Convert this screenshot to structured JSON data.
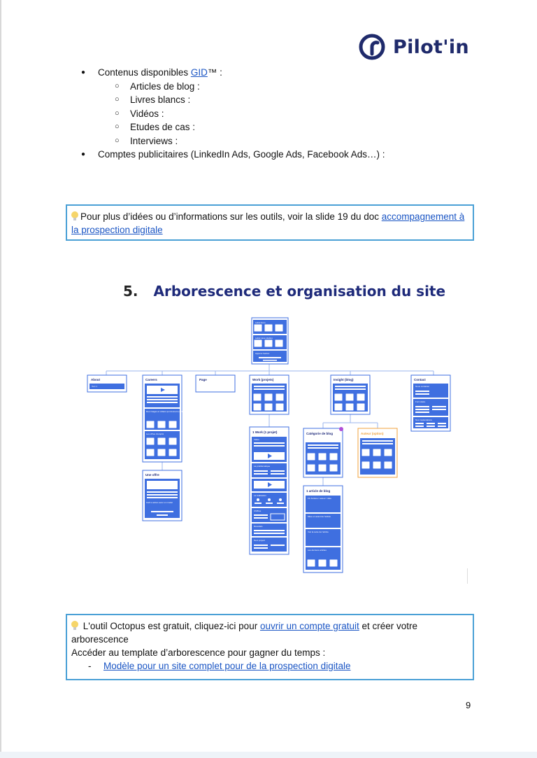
{
  "brand": {
    "name": "Pilot'in"
  },
  "content_list": {
    "item1": {
      "prefix": "Contenus disponibles ",
      "link": "GID",
      "suffix": "™  :"
    },
    "subitems": [
      "Articles de blog :",
      "Livres blancs :",
      "Vidéos :",
      "Etudes de cas :",
      "Interviews :"
    ],
    "item2": "Comptes publicitaires (LinkedIn Ads, Google Ads, Facebook Ads…) :"
  },
  "callout1": {
    "text": "Pour plus d’idées ou d’informations sur les outils, voir la slide 19 du doc ",
    "link": "accompagnement à la prospection digitale"
  },
  "section": {
    "number": "5.",
    "title": "Arborescence et organisation du site"
  },
  "sitemap": {
    "home": [
      "Label Hero",
      "Label case studies",
      "Appel à l'action"
    ],
    "nodes": [
      {
        "title": "About",
        "items": [
          "Text 1"
        ]
      },
      {
        "title": "Careers",
        "items": [
          "Des images et vidéos qui donnent envie",
          "Les offres d'emploi"
        ]
      },
      {
        "title": "Page",
        "items": []
      },
      {
        "title": "Work (projets)",
        "items": []
      },
      {
        "title": "Insight (blog)",
        "items": []
      },
      {
        "title": "Contact",
        "items": [
          "Nous contacter",
          "Formulaire",
          "Nos implantations"
        ]
      }
    ],
    "careers_child": {
      "title": "Une offre",
      "items": [
        "Call to action avec un modal"
      ]
    },
    "work_child": {
      "title": "1 Work (1 projet)",
      "items": [
        "Vidéo",
        "La problématique",
        "La réalisation",
        "Chiffres",
        "Résultats",
        "Next project"
      ]
    },
    "blog_cat": {
      "title": "Catégorie de blog"
    },
    "blog_author": {
      "title": "Auteur (option)"
    },
    "blog_article": {
      "title": "1 article de blog",
      "items": [
        "Fil d'ariane / auteur / date",
        "Mise en avant de l'article",
        "Voir la suite de l'article",
        "Les derniers articles"
      ]
    }
  },
  "callout2": {
    "text1": " L'outil Octopus est gratuit, cliquez-ici pour ",
    "link1": "ouvrir un compte gratuit",
    "text2": " et créer votre arborescence",
    "line2": "Accéder au template d’arborescence pour gagner du temps :",
    "dash": "-",
    "link2": "Modèle pour un site complet pour de la prospection digitale"
  },
  "page_number": "9",
  "colors": {
    "accent": "#1e2a7a",
    "link": "#1a55c4",
    "callout_border": "#4aa0d6",
    "sitemap_blue": "#3f6fe0",
    "sitemap_orange": "#f0a23c"
  }
}
